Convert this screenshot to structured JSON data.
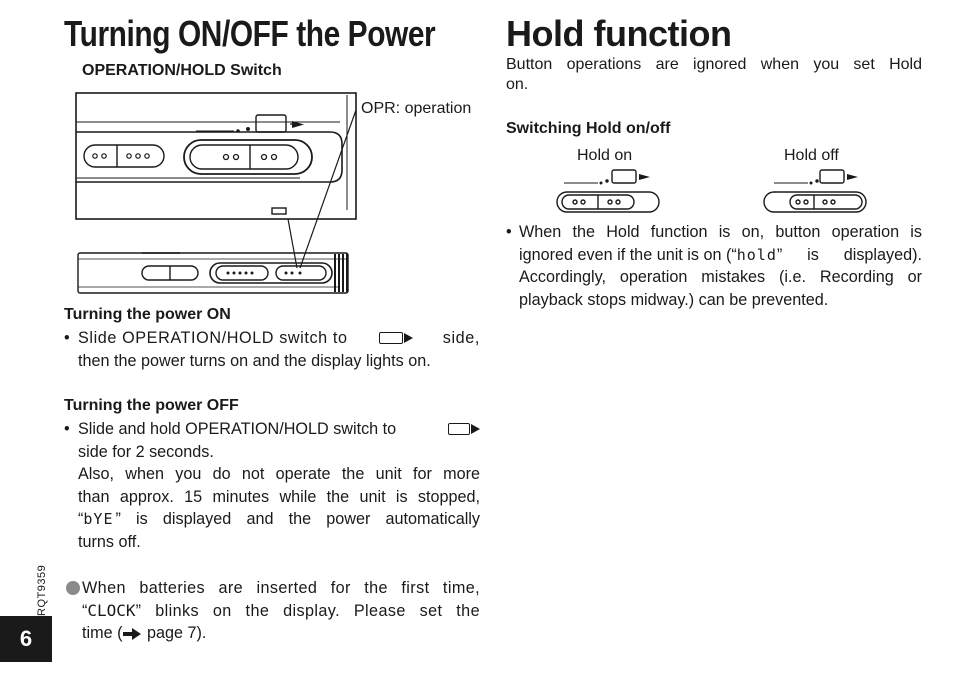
{
  "left": {
    "title": "Turning ON/OFF the Power",
    "figure": {
      "caption": "OPERATION/HOLD Switch",
      "callout": "OPR: operation"
    },
    "power_on": {
      "heading": "Turning the power ON",
      "bullet": "•",
      "text_a": "Slide OPERATION/HOLD switch to",
      "text_b": "side,",
      "text_c": "then the power turns on and the display lights on."
    },
    "power_off": {
      "heading": "Turning the power OFF",
      "bullet": "•",
      "text_a": "Slide and hold OPERATION/HOLD switch to",
      "text_b": "side for 2 seconds.",
      "text_c": "Also, when you do not operate the unit for more",
      "text_d": "than approx. 15 minutes while the unit is stopped,",
      "text_e_pre": "“",
      "display_bye": "bYE",
      "text_e_post": "” is displayed and the power automatically",
      "text_f": "turns off."
    },
    "note": {
      "line1": "When batteries are inserted for the first time,",
      "line2_pre": "“",
      "display_clock": "CLOCK",
      "line2_post": "” blinks on the display. Please set the",
      "line3_pre": "time (",
      "line3_post": " page 7)."
    }
  },
  "right": {
    "title": "Hold function",
    "intro_line1": "Button operations are ignored when you set Hold",
    "intro_line2": "on.",
    "switching_heading": "Switching Hold on/off",
    "hold_on_label": "Hold on",
    "hold_off_label": "Hold off",
    "bullet": "•",
    "line1": "When the Hold function is on, button operation is",
    "line2_pre": "ignored even if the unit is on (“",
    "display_hold": "hold",
    "line2_post": "” is displayed).",
    "line3": "Accordingly, operation mistakes (i.e. Recording or",
    "line4": "playback stops midway.) can be prevented."
  },
  "footer": {
    "page_number": "6",
    "doc_code": "RQT9359"
  },
  "icons": {
    "switch": "opr-switch-icon",
    "arrow": "right-arrow-icon"
  }
}
